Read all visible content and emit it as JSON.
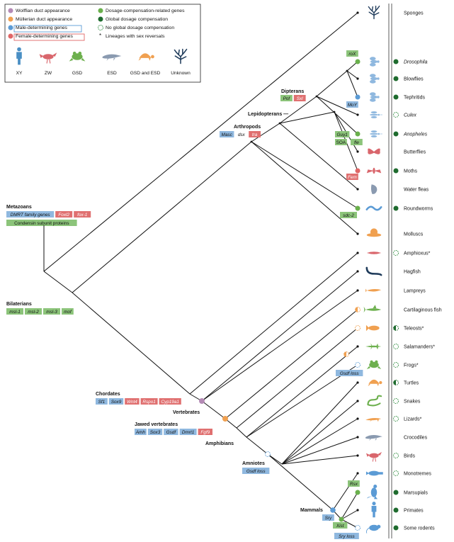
{
  "legend": {
    "markers": [
      {
        "label": "Wolffian duct appearance",
        "color": "#b48ab5",
        "style": "fill"
      },
      {
        "label": "Müllerian duct appearance",
        "color": "#f0a050",
        "style": "fill"
      },
      {
        "label": "Male-determining genes",
        "color": "#5b9bd5",
        "style": "fill"
      },
      {
        "label": "Female-determining genes",
        "color": "#e06666",
        "style": "fill"
      },
      {
        "label": "Dosage-compensation-related genes",
        "color": "#6ab04c",
        "style": "fill"
      },
      {
        "label": "Global dosage compensation",
        "color": "#1e6b2e",
        "style": "fill"
      },
      {
        "label": "No global dosage compensation",
        "color": "#2e8b3e",
        "style": "dashed"
      },
      {
        "label": "Lineages with sex reversals",
        "color": "#222222",
        "style": "star"
      }
    ],
    "icons": [
      {
        "label": "XY",
        "color": "#4a8fc4"
      },
      {
        "label": "ZW",
        "color": "#d9666c"
      },
      {
        "label": "GSD",
        "color": "#6db04e"
      },
      {
        "label": "ESD",
        "color": "#8a9ab0"
      },
      {
        "label": "GSD and ESD",
        "color": "#f0a050"
      },
      {
        "label": "Unknown",
        "color": "#1f3b5a"
      }
    ]
  },
  "colors": {
    "green": "#8cc47a",
    "red": "#e07070",
    "blue": "#8fb8df",
    "line": "#111111"
  },
  "taxa": [
    {
      "name": "Sponges",
      "italic": false,
      "dc": "none",
      "icon": "coral",
      "color": "#1f3b5a"
    },
    {
      "name": "Drosophila",
      "italic": true,
      "dc": "global",
      "icon": "fly",
      "color": "#8fb8df"
    },
    {
      "name": "Blowflies",
      "italic": false,
      "dc": "global",
      "icon": "fly",
      "color": "#8fb8df"
    },
    {
      "name": "Tephritids",
      "italic": false,
      "dc": "global",
      "icon": "fly",
      "color": "#8fb8df"
    },
    {
      "name": "Culex",
      "italic": true,
      "dc": "noglobal",
      "icon": "mosquito",
      "color": "#8fb8df"
    },
    {
      "name": "Anopheles",
      "italic": true,
      "dc": "global",
      "icon": "mosquito",
      "color": "#8fb8df"
    },
    {
      "name": "Butterflies",
      "italic": false,
      "dc": "none",
      "icon": "butterfly",
      "color": "#d9666c"
    },
    {
      "name": "Moths",
      "italic": false,
      "dc": "global",
      "icon": "moth",
      "color": "#d9666c"
    },
    {
      "name": "Water fleas",
      "italic": false,
      "dc": "none",
      "icon": "flea",
      "color": "#8a9ab0"
    },
    {
      "name": "Roundworms",
      "italic": false,
      "dc": "global",
      "icon": "worm",
      "color": "#5b9bd5"
    },
    {
      "name": "Molluscs",
      "italic": false,
      "dc": "none",
      "icon": "snail",
      "color": "#f0a050"
    },
    {
      "name": "Amphioxus*",
      "italic": false,
      "dc": "noglobal",
      "icon": "lancelet",
      "color": "#d9666c"
    },
    {
      "name": "Hagfish",
      "italic": false,
      "dc": "none",
      "icon": "hagfish",
      "color": "#1f3b5a"
    },
    {
      "name": "Lampreys",
      "italic": false,
      "dc": "none",
      "icon": "lamprey",
      "color": "#f0a050"
    },
    {
      "name": "Cartilaginous fish",
      "italic": false,
      "dc": "none",
      "icon": "shark",
      "color": "#6db04e"
    },
    {
      "name": "Teleosts*",
      "italic": false,
      "dc": "half",
      "icon": "fish",
      "color": "#f0a050"
    },
    {
      "name": "Salamanders*",
      "italic": false,
      "dc": "noglobal",
      "icon": "salamander",
      "color": "#6db04e"
    },
    {
      "name": "Frogs*",
      "italic": false,
      "dc": "noglobal",
      "icon": "frog",
      "color": "#6db04e"
    },
    {
      "name": "Turtles",
      "italic": false,
      "dc": "half",
      "icon": "turtle",
      "color": "#f0a050"
    },
    {
      "name": "Snakes",
      "italic": false,
      "dc": "noglobal",
      "icon": "snake",
      "color": "#6db04e"
    },
    {
      "name": "Lizards*",
      "italic": false,
      "dc": "noglobal",
      "icon": "lizard",
      "color": "#f0a050"
    },
    {
      "name": "Crocodiles",
      "italic": false,
      "dc": "none",
      "icon": "croc",
      "color": "#8a9ab0"
    },
    {
      "name": "Birds",
      "italic": false,
      "dc": "noglobal",
      "icon": "bird",
      "color": "#d9666c"
    },
    {
      "name": "Monotremes",
      "italic": false,
      "dc": "noglobal",
      "icon": "platypus",
      "color": "#5b9bd5"
    },
    {
      "name": "Marsupials",
      "italic": false,
      "dc": "global",
      "icon": "kangaroo",
      "color": "#5b9bd5"
    },
    {
      "name": "Primates",
      "italic": false,
      "dc": "global",
      "icon": "human",
      "color": "#5b9bd5"
    },
    {
      "name": "Some rodents",
      "italic": false,
      "dc": "global",
      "icon": "rodent",
      "color": "#5b9bd5"
    }
  ],
  "clades": [
    {
      "title": "Metazoans",
      "tags": [
        [
          "DMRT family genes",
          "blue"
        ],
        [
          "Foxl2",
          "red"
        ],
        [
          "fox-1",
          "red"
        ],
        [
          "Condensin subunit proteins",
          "green"
        ]
      ]
    },
    {
      "title": "Bilaterians",
      "tags": [
        [
          "msl-1",
          "green"
        ],
        [
          "msl-2",
          "green"
        ],
        [
          "msl-3",
          "green"
        ],
        [
          "mof",
          "green"
        ]
      ]
    },
    {
      "title": "Arthropods",
      "tags": [
        [
          "Masc",
          "blue"
        ],
        [
          "dsx",
          "plain"
        ],
        [
          "tra",
          "red"
        ]
      ]
    },
    {
      "title": "Dipterans",
      "tags": [
        [
          "Pof",
          "green"
        ],
        [
          "Sxl",
          "red"
        ]
      ]
    },
    {
      "title": "Lepidopterans",
      "tags": []
    },
    {
      "title": "Chordates",
      "tags": [
        [
          "Sf1",
          "blue"
        ],
        [
          "Sox9",
          "blue"
        ],
        [
          "Wnt4",
          "red"
        ],
        [
          "Rspo1",
          "red"
        ],
        [
          "Cyp19a1",
          "red"
        ]
      ]
    },
    {
      "title": "Vertebrates",
      "tags": []
    },
    {
      "title": "Jawed vertebrates",
      "tags": [
        [
          "Amh",
          "blue"
        ],
        [
          "Sox3",
          "blue"
        ],
        [
          "Gsdf",
          "blue"
        ],
        [
          "Dmrt1",
          "blue"
        ],
        [
          "Fgf9",
          "red"
        ]
      ]
    },
    {
      "title": "Amphibians",
      "tags": []
    },
    {
      "title": "Amniotes",
      "tags": [
        [
          "Gsdf loss",
          "blue"
        ]
      ]
    },
    {
      "title": "Mammals",
      "tags": [
        [
          "Sry",
          "blue"
        ]
      ]
    }
  ],
  "branch_tags": [
    [
      "roX",
      "green"
    ],
    [
      "MoY",
      "blue"
    ],
    [
      "Guy1",
      "green"
    ],
    [
      "SOA",
      "green"
    ],
    [
      "fle",
      "green"
    ],
    [
      "Fem",
      "red"
    ],
    [
      "sdc-2",
      "green"
    ],
    [
      "Gsdf loss",
      "blue"
    ],
    [
      "Rsx",
      "green"
    ],
    [
      "Xist",
      "green"
    ],
    [
      "Sry loss",
      "blue"
    ]
  ]
}
